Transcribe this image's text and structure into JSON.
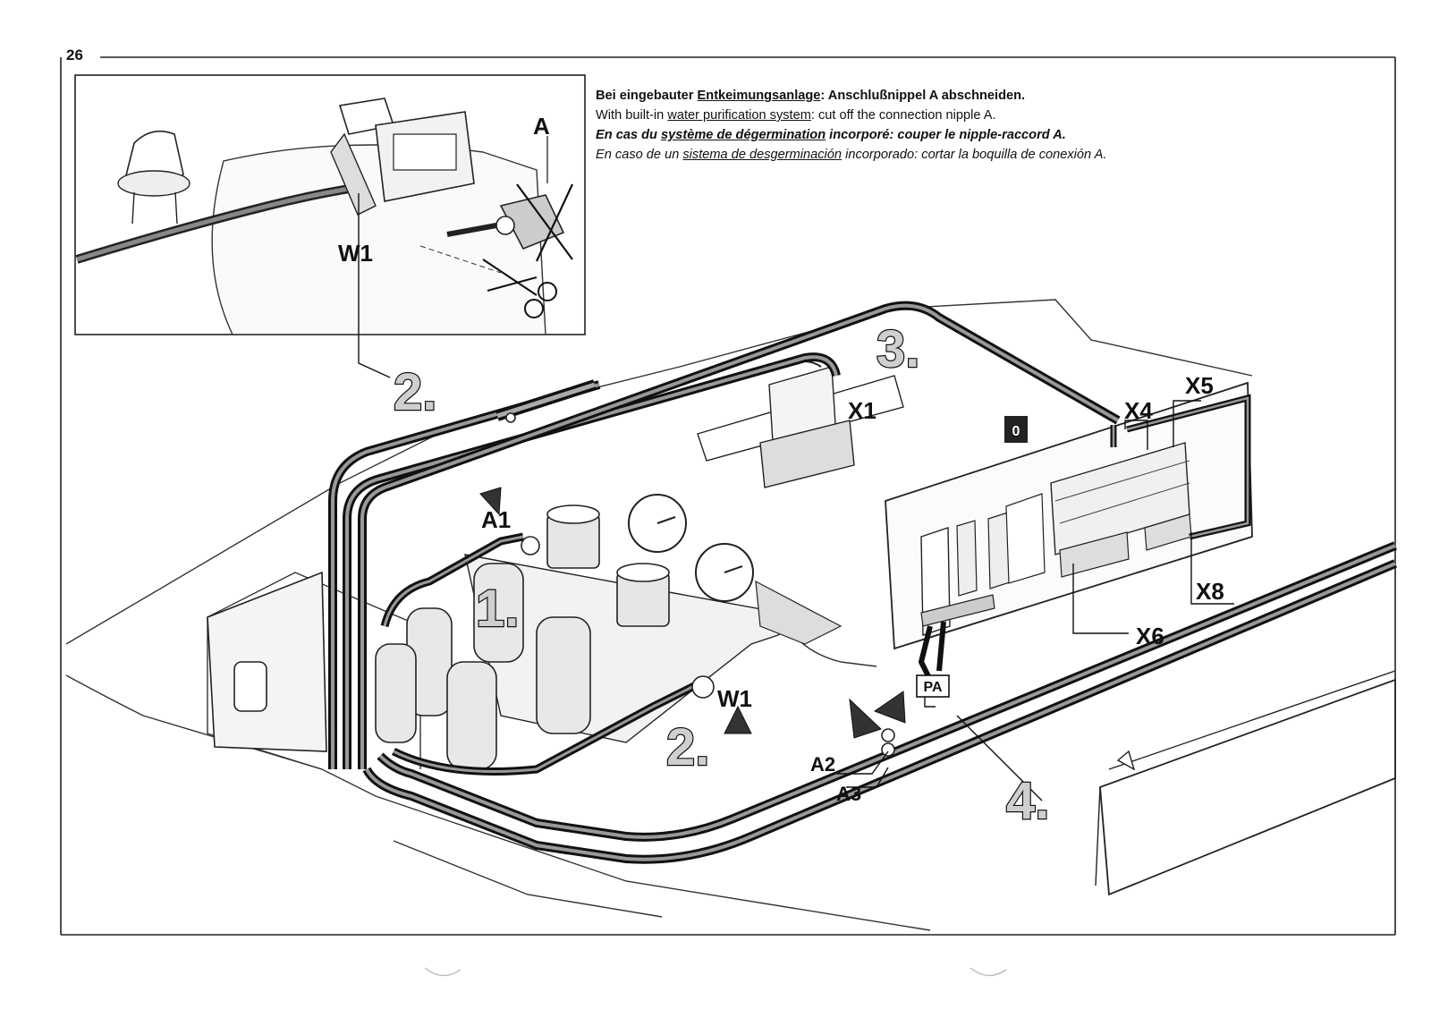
{
  "page_number": "26",
  "instructions": [
    {
      "before": "Bei eingebauter ",
      "underlined": "Entkeimungsanlage",
      "after": ": Anschlußnippel A abschneiden."
    },
    {
      "before": "With built-in ",
      "underlined": "water purification system",
      "after": ": cut off the connection nipple A."
    },
    {
      "before": "En cas du ",
      "underlined": "système de dégermination",
      "after": " incorporé: couper le nipple-raccord A."
    },
    {
      "before": "En caso de un ",
      "underlined": "sistema de desgerminación",
      "after": " incorporado: cortar la boquilla de conexión A."
    }
  ],
  "labels": {
    "a": "A",
    "w1_inset": "W1",
    "w1": "W1",
    "a1": "A1",
    "a2": "A2",
    "a3": "A3",
    "x1": "X1",
    "x4": "X4",
    "x5": "X5",
    "x6": "X6",
    "x8": "X8",
    "pa": "PA",
    "zero": "0"
  },
  "steps": {
    "s1": "1.",
    "s2a": "2.",
    "s2b": "2.",
    "s3": "3.",
    "s4": "4."
  }
}
